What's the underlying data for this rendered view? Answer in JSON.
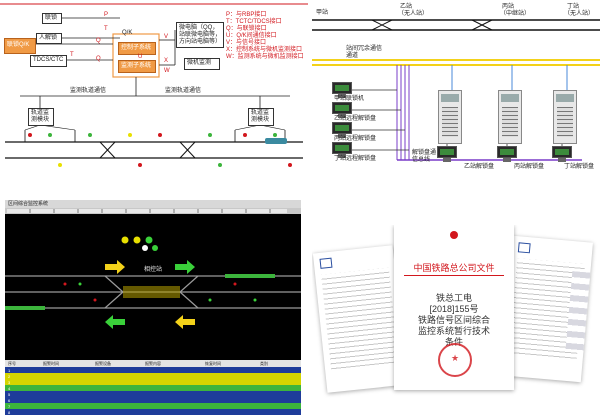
{
  "diagram_tl": {
    "left_box": "联锁Q/K",
    "top_items": [
      "联锁",
      "人解锁"
    ],
    "qk_label": "Q/K",
    "control_box": "控制子系统",
    "monitor_box": "监测子系统",
    "tdcs_box": "TDCS/CTC",
    "display_box": "微电脑（QQ，站联微电脑等，方向站电脑等）",
    "interlock_box": "微机监测",
    "legend": [
      "P：与RBP接口",
      "T：TCTC/TDCS接口",
      "Q：与联锁接口",
      "U：Q/K间通信接口",
      "V：与信号接口",
      "X：控制系统与微机监测接口",
      "W：监测系统与微机监测接口"
    ],
    "letters": [
      "P",
      "T",
      "Q",
      "U",
      "V",
      "X",
      "W",
      "Q",
      "T"
    ],
    "bus_label": "监测轨道通信",
    "track_label": "监测轨道通信",
    "module_left": "轨道监测模块",
    "module_right": "轨道监测模块"
  },
  "diagram_tr": {
    "stations": [
      {
        "name": "甲站",
        "sub": ""
      },
      {
        "name": "乙站",
        "sub": "（无人站）"
      },
      {
        "name": "丙站",
        "sub": "（中继站）"
      },
      {
        "name": "丁站",
        "sub": "（无人站）"
      }
    ],
    "bus_label": "站间冗余通信通道",
    "consoles": [
      "甲站联锁机",
      "乙站远程解锁盘",
      "丙站远程解锁盘",
      "丁站远程解锁盘"
    ],
    "cabinet_label": "解锁盘通信总线",
    "bottom_labels": [
      "乙站解锁盘",
      "丙站解锁盘",
      "丁站解锁盘"
    ]
  },
  "screen_bl": {
    "title_bar": "区间综合监控系统",
    "station_label": "相控站",
    "table_headers": [
      "序号",
      "报警时间",
      "报警设备",
      "报警内容",
      "恢复时间",
      "类别"
    ],
    "rows": [
      {
        "cells": [
          "1",
          "",
          "",
          "",
          "",
          ""
        ],
        "color": "#1e3c9a"
      },
      {
        "cells": [
          "2",
          "",
          "",
          "",
          "",
          ""
        ],
        "color": "#d4d400"
      },
      {
        "cells": [
          "3",
          "",
          "",
          "",
          "",
          ""
        ],
        "color": "#d4d400"
      },
      {
        "cells": [
          "4",
          "",
          "",
          "",
          "",
          ""
        ],
        "color": "#3cb43c"
      },
      {
        "cells": [
          "5",
          "",
          "",
          "",
          "",
          ""
        ],
        "color": "#1e3c9a"
      },
      {
        "cells": [
          "6",
          "",
          "",
          "",
          "",
          ""
        ],
        "color": "#1e3c9a"
      },
      {
        "cells": [
          "7",
          "",
          "",
          "",
          "",
          ""
        ],
        "color": "#3cb43c"
      },
      {
        "cells": [
          "8",
          "",
          "",
          "",
          "",
          ""
        ],
        "color": "#1e3c9a"
      }
    ]
  },
  "docs_br": {
    "main_header": "中国铁路总公司文件",
    "doc_no": "铁总工电",
    "doc_year": "[2018]155号",
    "doc_title_1": "铁路信号区间综合",
    "doc_title_2": "监控系统暂行技术",
    "doc_title_3": "条件",
    "stamp": "中国铁路总公司"
  },
  "colors": {
    "orange": "#f09a45",
    "red_text": "#d2171d",
    "screen_bg": "#000000",
    "track_green": "#3cb43c",
    "track_yellow": "#e8e000",
    "arrow_green": "#3ad13a",
    "arrow_yellow": "#f3d21a"
  }
}
